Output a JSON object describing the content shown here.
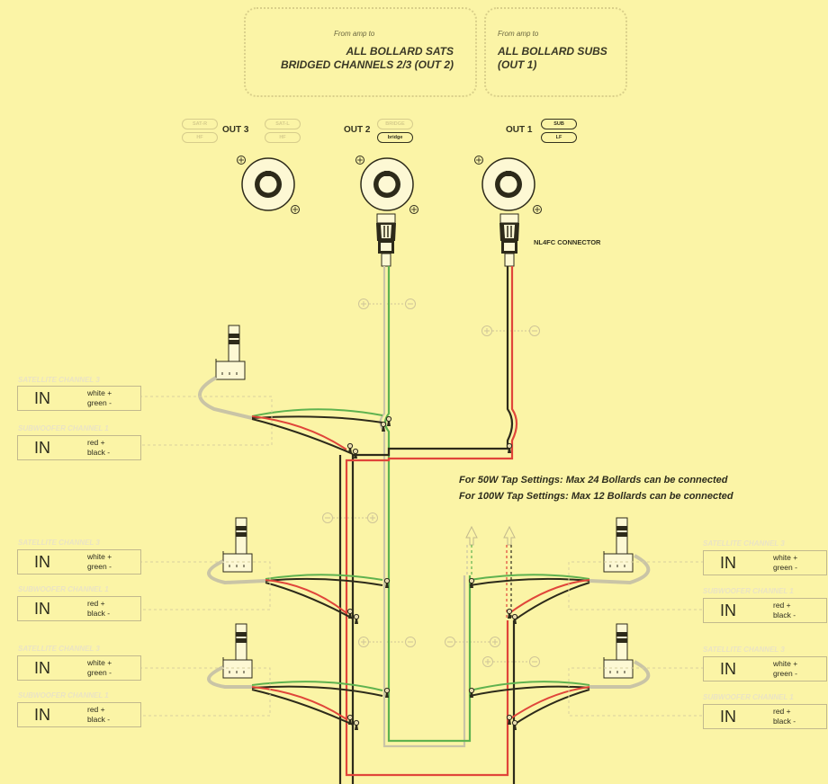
{
  "notes": [
    {
      "small": "From amp to",
      "line1": "ALL BOLLARD SATS",
      "line2": "BRIDGED CHANNELS  2/3 (OUT 2)"
    },
    {
      "small": "From amp to",
      "line1": "ALL BOLLARD SUBS",
      "line2": "(OUT 1)"
    }
  ],
  "outputs": [
    {
      "label": "OUT 3",
      "pills": [
        "SAT-R",
        "HF",
        "SAT-L",
        "HF"
      ]
    },
    {
      "label": "OUT 2",
      "pills": [
        "BRIDGE",
        "bridge"
      ]
    },
    {
      "label": "OUT 1",
      "pills": [
        "SUB",
        "LF"
      ]
    }
  ],
  "connector_label": "NL4FC CONNECTOR",
  "tap_settings": [
    "For 50W Tap Settings: Max 24 Bollards can be connected",
    "For 100W Tap Settings: Max 12 Bollards can be connected"
  ],
  "channel_blocks": {
    "sat_title": "SATELLITE CHANNEL 3",
    "sub_title": "SUBWOOFER CHANNEL 1",
    "in_label": "IN",
    "sat_pos": "white +",
    "sat_neg": "green -",
    "sub_pos": "red +",
    "sub_neg": "black -"
  },
  "colors": {
    "background": "#fbf4a6",
    "wire_green": "#5fb24f",
    "wire_red": "#e0453a",
    "wire_black": "#2d2a1a",
    "wire_white": "#c9c4a6"
  }
}
